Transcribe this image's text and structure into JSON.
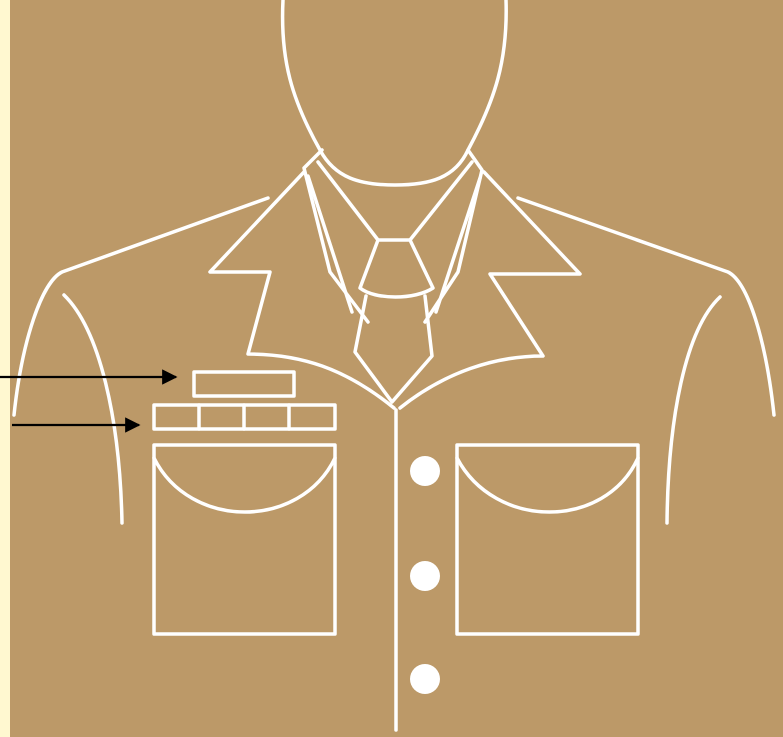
{
  "figure": {
    "subject": "uniform-shirt",
    "colors": {
      "background": "#BC9968",
      "strip": "#FFF8D0",
      "outline": "#FFFFFF",
      "arrow": "#000000"
    },
    "parts": {
      "arrows": [
        "upper-arrow",
        "lower-arrow"
      ],
      "badges": [
        "single-bar-badge",
        "ribbon-rack"
      ],
      "ribbon_rack_segments": 4,
      "buttons": 3,
      "pockets": [
        "left-pocket",
        "right-pocket"
      ]
    },
    "labels": []
  }
}
